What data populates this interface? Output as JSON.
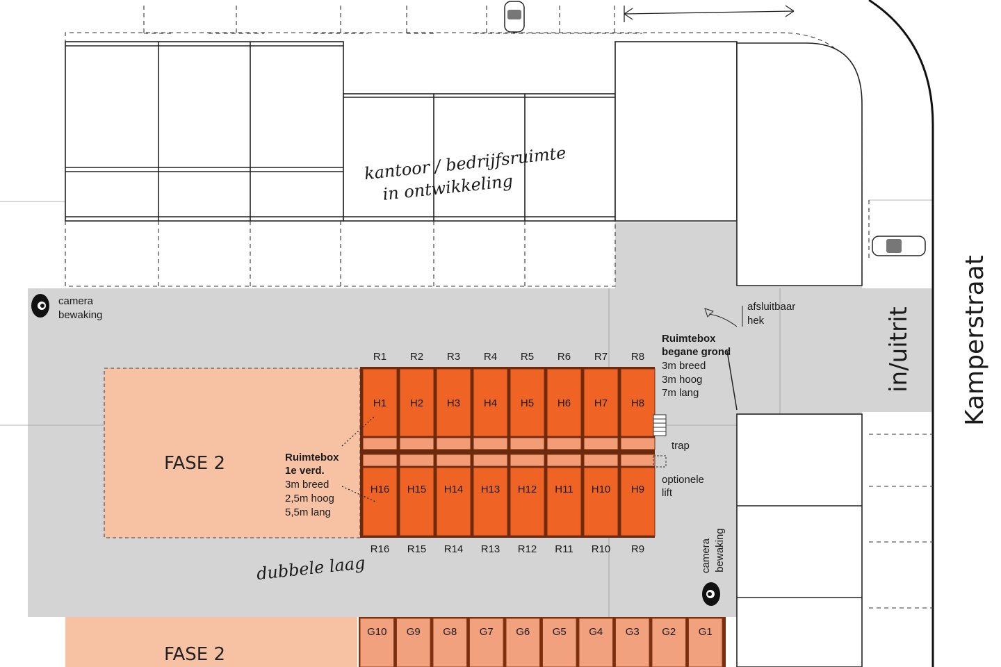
{
  "site": {
    "street_name": "Kamperstraat",
    "entrance": "in/uitrit",
    "office_label_line1": "kantoor / bedrijfsruimte",
    "office_label_line2": "in ontwikkeling",
    "camera_label_line1": "camera",
    "camera_label_line2": "bewaking",
    "gate_label_line1": "afsluitbaar",
    "gate_label_line2": "hek",
    "stairs_label": "trap",
    "lift_label_line1": "optionele",
    "lift_label_line2": "lift",
    "double_layer_label": "dubbele laag",
    "phase2_label": "FASE 2"
  },
  "ground_floor_info": {
    "title_line1": "Ruimtebox",
    "title_line2": "begane grond",
    "width": "3m breed",
    "height": "3m hoog",
    "length": "7m lang"
  },
  "first_floor_info": {
    "title_line1": "Ruimtebox",
    "title_line2": "1e verd.",
    "width": "3m breed",
    "height": "2,5m hoog",
    "length": "5,5m lang"
  },
  "boxes": {
    "r_top": [
      "R1",
      "R2",
      "R3",
      "R4",
      "R5",
      "R6",
      "R7",
      "R8"
    ],
    "h_top": [
      "H1",
      "H2",
      "H3",
      "H4",
      "H5",
      "H6",
      "H7",
      "H8"
    ],
    "h_bottom": [
      "H16",
      "H15",
      "H14",
      "H13",
      "H12",
      "H11",
      "H10",
      "H9"
    ],
    "r_bottom": [
      "R16",
      "R15",
      "R14",
      "R13",
      "R12",
      "R11",
      "R10",
      "R9"
    ],
    "g_row": [
      "G10",
      "G9",
      "G8",
      "G7",
      "G6",
      "G5",
      "G4",
      "G3",
      "G2",
      "G1"
    ]
  },
  "colors": {
    "box_orange": "#ef6424",
    "box_light": "#f29d76",
    "phase2": "#f7c2a4",
    "g_box": "#f2a17e",
    "courtyard": "#d4d4d4"
  }
}
